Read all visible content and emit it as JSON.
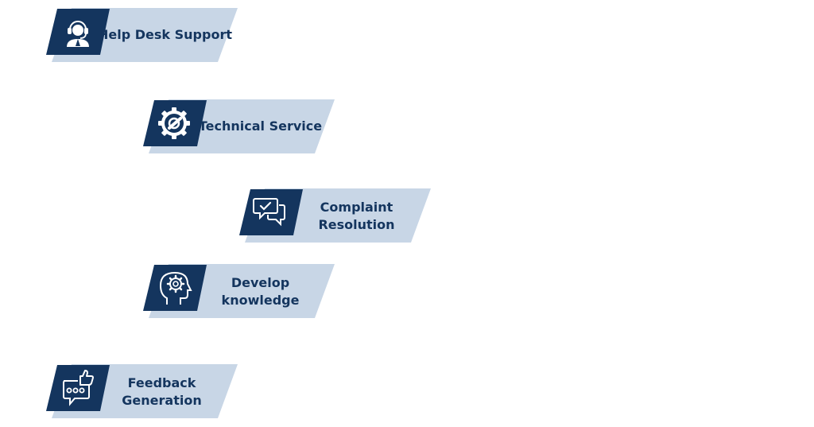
{
  "colors": {
    "navy": "#14355e",
    "band": "#c8d6e6"
  },
  "steps": [
    {
      "label_line1": "Help Desk Support",
      "label_line2": "",
      "icon": "headset-agent-icon"
    },
    {
      "label_line1": "Technical Service",
      "label_line2": "",
      "icon": "gear-wrench-icon"
    },
    {
      "label_line1": "Complaint",
      "label_line2": "Resolution",
      "icon": "chat-check-icon"
    },
    {
      "label_line1": "Develop",
      "label_line2": "knowledge",
      "icon": "head-gear-icon"
    },
    {
      "label_line1": "Feedback",
      "label_line2": "Generation",
      "icon": "thumbs-up-chat-icon"
    }
  ]
}
